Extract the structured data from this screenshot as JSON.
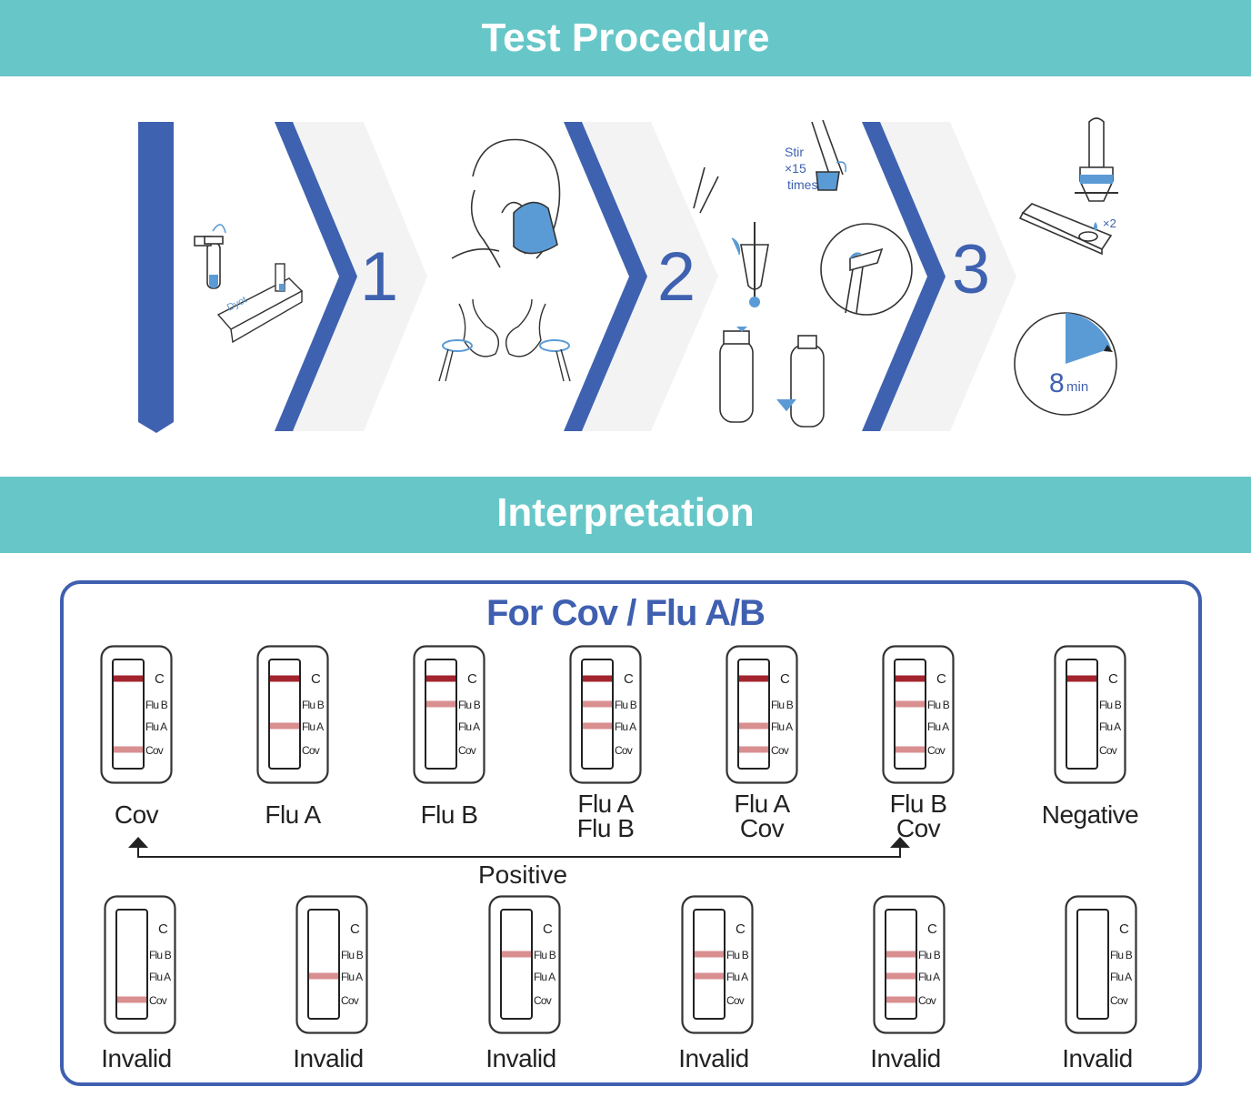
{
  "banners": {
    "procedure": "Test Procedure",
    "interpretation": "Interpretation"
  },
  "steps": {
    "one": "1",
    "two": "2",
    "three": "3"
  },
  "step_text": {
    "box_brand": "Dyot",
    "stir": "Stir",
    "stir_times": "×15",
    "stir_word": "times",
    "drops": "×2",
    "timer_value": "8",
    "timer_unit": "min"
  },
  "interpretation": {
    "title": "For Cov / Flu A/B",
    "positive_label": "Positive",
    "zone_labels": [
      "C",
      "Flu B",
      "Flu A",
      "Cov"
    ],
    "row1": [
      {
        "label": [
          "Cov"
        ],
        "lines": {
          "C": true,
          "FluB": false,
          "FluA": false,
          "Cov": true
        }
      },
      {
        "label": [
          "Flu A"
        ],
        "lines": {
          "C": true,
          "FluB": false,
          "FluA": true,
          "Cov": false
        }
      },
      {
        "label": [
          "Flu B"
        ],
        "lines": {
          "C": true,
          "FluB": true,
          "FluA": false,
          "Cov": false
        }
      },
      {
        "label": [
          "Flu A",
          "Flu B"
        ],
        "lines": {
          "C": true,
          "FluB": true,
          "FluA": true,
          "Cov": false
        }
      },
      {
        "label": [
          "Flu A",
          "Cov"
        ],
        "lines": {
          "C": true,
          "FluB": false,
          "FluA": true,
          "Cov": true
        }
      },
      {
        "label": [
          "Flu B",
          "Cov"
        ],
        "lines": {
          "C": true,
          "FluB": true,
          "FluA": false,
          "Cov": true
        }
      },
      {
        "label": [
          "Negative"
        ],
        "lines": {
          "C": true,
          "FluB": false,
          "FluA": false,
          "Cov": false
        }
      }
    ],
    "row2": [
      {
        "label": [
          "Invalid"
        ],
        "lines": {
          "C": false,
          "FluB": false,
          "FluA": false,
          "Cov": true
        }
      },
      {
        "label": [
          "Invalid"
        ],
        "lines": {
          "C": false,
          "FluB": false,
          "FluA": true,
          "Cov": false
        }
      },
      {
        "label": [
          "Invalid"
        ],
        "lines": {
          "C": false,
          "FluB": true,
          "FluA": false,
          "Cov": false
        }
      },
      {
        "label": [
          "Invalid"
        ],
        "lines": {
          "C": false,
          "FluB": true,
          "FluA": true,
          "Cov": false
        }
      },
      {
        "label": [
          "Invalid"
        ],
        "lines": {
          "C": false,
          "FluB": true,
          "FluA": true,
          "Cov": true
        }
      },
      {
        "label": [
          "Invalid"
        ],
        "lines": {
          "C": false,
          "FluB": false,
          "FluA": false,
          "Cov": false
        }
      }
    ]
  },
  "colors": {
    "banner": "#67c7c8",
    "brand_blue": "#3f5fb0",
    "control_line": "#a3242e",
    "test_line": "#d98f90",
    "liquid": "#5b9bd5"
  }
}
